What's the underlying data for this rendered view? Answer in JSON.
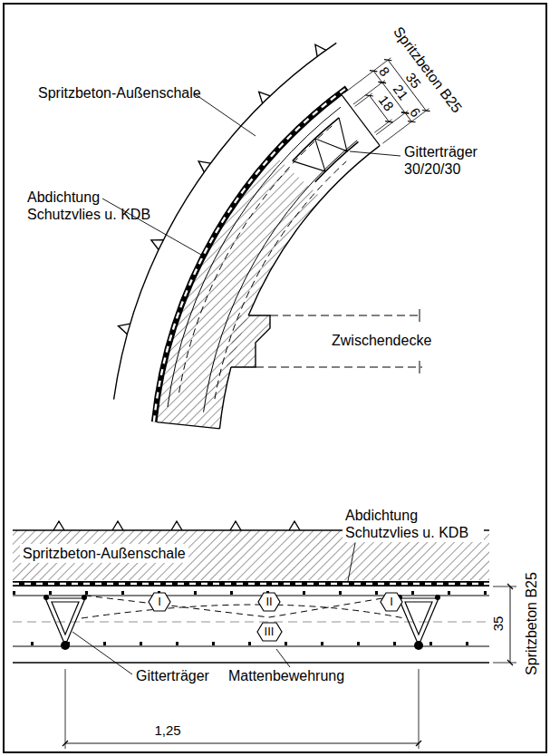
{
  "diagram": {
    "nodes": [
      {
        "text": [
          "I"
        ]
      },
      {
        "text": [
          "II"
        ]
      },
      {
        "text": [
          "I"
        ]
      },
      {
        "text": [
          "III"
        ]
      }
    ],
    "labels": [
      "Spritzbeton B25",
      "35",
      "8",
      "21",
      "18",
      "6",
      "Spritzbeton-Außenschale",
      "Gitterträger 30/20/30",
      "Abdichtung Schutzvlies u. KDB",
      "Zwischendecke",
      "Abdichtung Schutzvlies u. KDB",
      "Spritzbeton-Außenschale",
      "Spritzbeton B25",
      "35",
      "Gitterträger",
      "Mattenbewehrung",
      "1,25"
    ]
  }
}
